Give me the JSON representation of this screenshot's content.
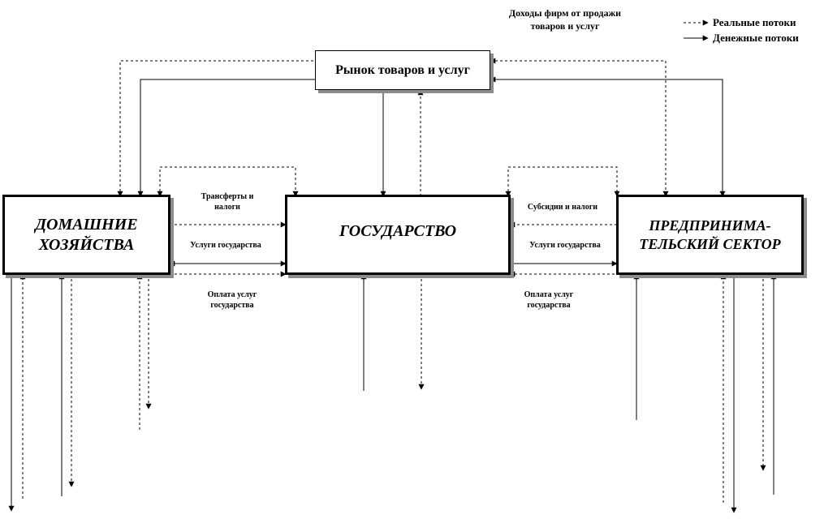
{
  "title_note": "Доходы фирм  от продажи товаров и услуг",
  "legend": {
    "real": "Реальные потоки",
    "money": "Денежные потоки"
  },
  "nodes": {
    "market": "Рынок товаров и услуг",
    "households": "ДОМАШНИЕ ХОЗЯЙСТВА",
    "government": "ГОСУДАРСТВО",
    "business": "ПРЕДПРИНИМА-ТЕЛЬСКИЙ СЕКТОР"
  },
  "labels": {
    "transfers": "Трансферты  и налоги",
    "services_left": "Услуги государства",
    "payment_left": "Оплата услуг государства",
    "subsidies": "Субсидии и налоги",
    "services_right": "Услуги государства",
    "payment_right": "Оплата услуг государства"
  },
  "colors": {
    "line": "#000000",
    "shadow": "#8c8c8c"
  }
}
